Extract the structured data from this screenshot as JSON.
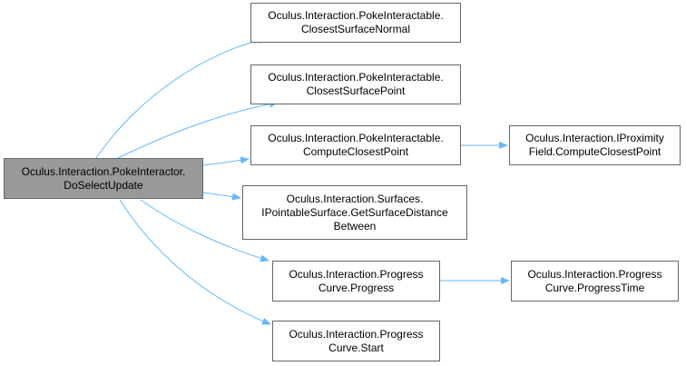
{
  "colors": {
    "edge": "#63b8ff",
    "node_border": "#666666",
    "root_fill": "#999999",
    "node_fill": "#ffffff"
  },
  "nodes": {
    "root": {
      "line1": "Oculus.Interaction.PokeInteractor.",
      "line2": "DoSelectUpdate"
    },
    "closest_normal": {
      "line1": "Oculus.Interaction.PokeInteractable.",
      "line2": "ClosestSurfaceNormal"
    },
    "closest_point": {
      "line1": "Oculus.Interaction.PokeInteractable.",
      "line2": "ClosestSurfacePoint"
    },
    "compute_closest": {
      "line1": "Oculus.Interaction.PokeInteractable.",
      "line2": "ComputeClosestPoint"
    },
    "proximity_field": {
      "line1": "Oculus.Interaction.IProximity",
      "line2": "Field.ComputeClosestPoint"
    },
    "surface_distance": {
      "line1": "Oculus.Interaction.Surfaces.",
      "line2": "IPointableSurface.GetSurfaceDistance",
      "line3": "Between"
    },
    "progress": {
      "line1": "Oculus.Interaction.Progress",
      "line2": "Curve.Progress"
    },
    "progress_time": {
      "line1": "Oculus.Interaction.Progress",
      "line2": "Curve.ProgressTime"
    },
    "start": {
      "line1": "Oculus.Interaction.Progress",
      "line2": "Curve.Start"
    }
  }
}
